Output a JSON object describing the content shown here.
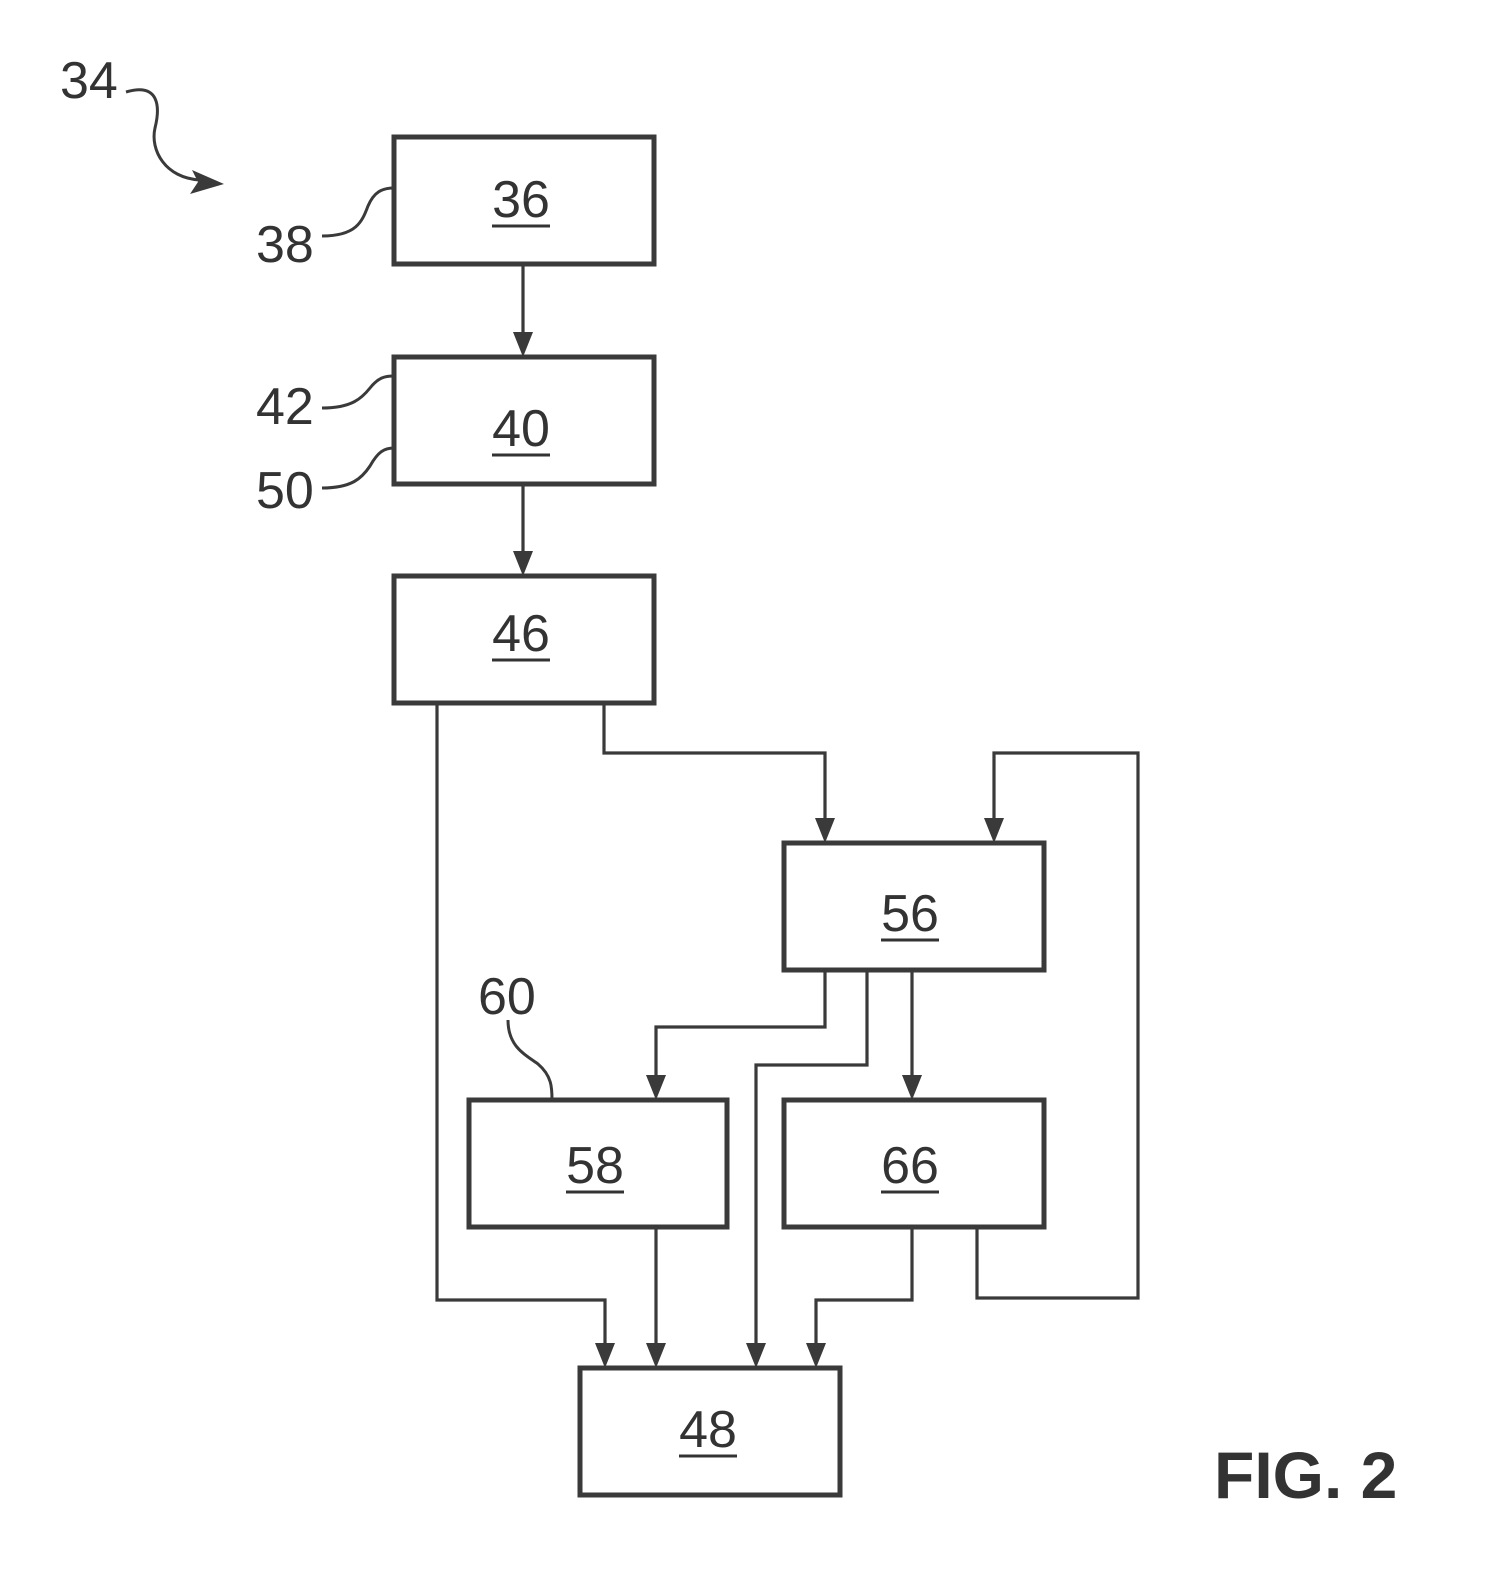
{
  "figure_label": "FIG. 2",
  "system_ref": "34",
  "blocks": {
    "b36": "36",
    "b40": "40",
    "b46": "46",
    "b56": "56",
    "b58": "58",
    "b66": "66",
    "b48": "48"
  },
  "refs": {
    "r38": "38",
    "r42": "42",
    "r50": "50",
    "r60": "60"
  },
  "colors": {
    "ink": "#3a3a3a",
    "background": "#ffffff"
  }
}
